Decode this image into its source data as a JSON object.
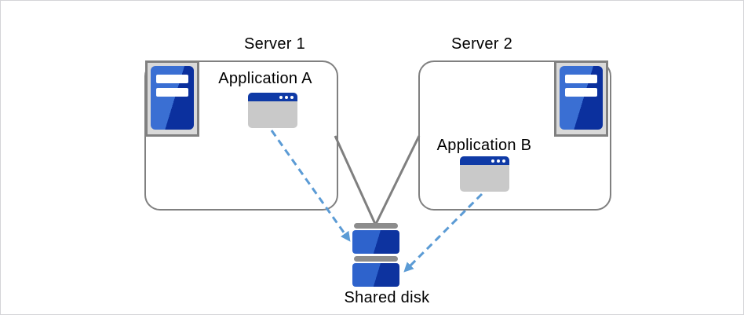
{
  "diagram": {
    "type": "architecture-diagram",
    "nodes": {
      "server1": {
        "label": "Server 1",
        "icon": "server-tower-icon"
      },
      "server2": {
        "label": "Server 2",
        "icon": "server-tower-icon"
      },
      "app_a": {
        "label": "Application A",
        "icon": "app-window-icon"
      },
      "app_b": {
        "label": "Application B",
        "icon": "app-window-icon"
      },
      "shared_disk": {
        "label": "Shared disk",
        "icon": "disk-stack-icon"
      }
    },
    "connections": [
      {
        "from": "server1",
        "to": "shared_disk",
        "style": "solid-gray-line"
      },
      {
        "from": "server2",
        "to": "shared_disk",
        "style": "solid-gray-line"
      },
      {
        "from": "app_a",
        "to": "shared_disk",
        "style": "dashed-blue-arrow"
      },
      {
        "from": "app_b",
        "to": "shared_disk",
        "style": "dashed-blue-arrow"
      }
    ],
    "colors": {
      "box_border": "#808080",
      "connector_gray": "#7f7f7f",
      "arrow_blue": "#5b9bd5",
      "icon_frame_gray": "#d9d9d9",
      "tower_blue_light": "#3a6fd3",
      "tower_blue_dark": "#0b309e",
      "titlebar_blue": "#0f3aa6",
      "window_body_gray": "#c9c9c9",
      "disk_platter_light": "#2e63cc",
      "disk_platter_dark": "#0d339f",
      "disk_cap_gray": "#8c8c8c",
      "canvas_border": "#d4d4d8",
      "text_color": "#000000",
      "background": "#ffffff"
    }
  }
}
